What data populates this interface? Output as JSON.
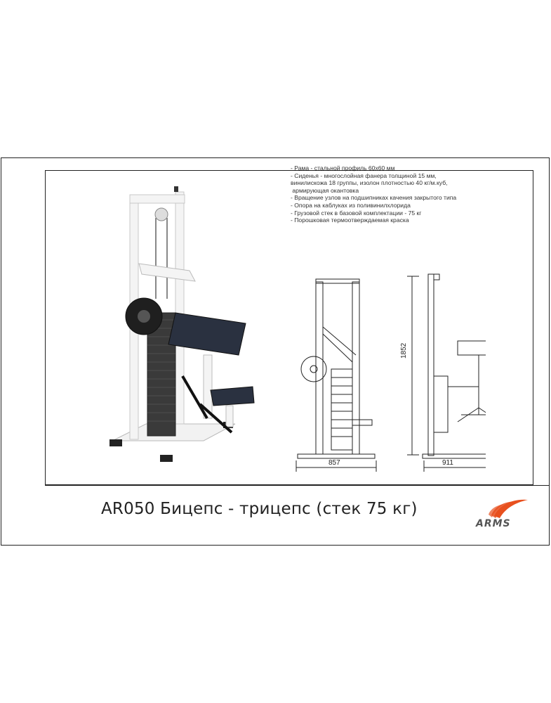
{
  "specs": [
    "- Рама - стальной профиль 60х60 мм",
    "- Сиденья - многослойная фанера толщиной 15 мм,",
    "винилискожа 18 группы, изолон плотностью 40 кг/м.куб,",
    " армирующая окантовка",
    "- Вращение узлов на подшипниках качения закрытого типа",
    "- Опора на каблуках из поливинилхлорида",
    "- Грузовой стек в базовой комплектации - 75 кг",
    "- Порошковая термоотверждаемая краска"
  ],
  "dimensions": {
    "front_width": "857",
    "side_width": "911",
    "height": "1852"
  },
  "title": "AR050 Бицепс - трицепс (стек 75 кг)",
  "logo": {
    "text": "ARMS",
    "color": "#e8501e"
  },
  "colors": {
    "frame": "#f4f4f4",
    "pad": "#2a3140",
    "weights": "#3a3a3a"
  }
}
